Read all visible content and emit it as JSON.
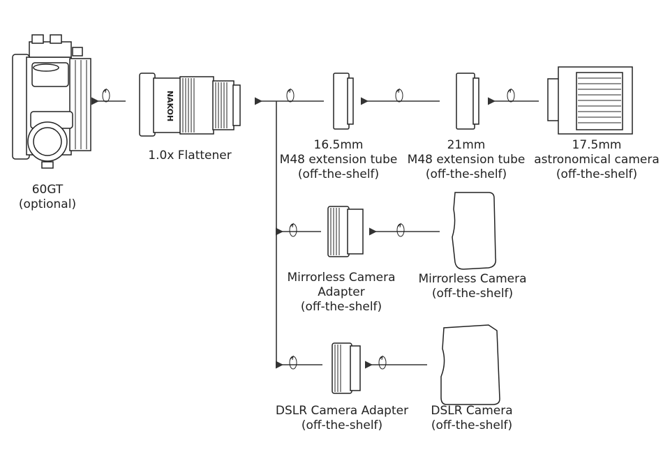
{
  "components": {
    "mount": {
      "name": "60GT",
      "note": "(optional)"
    },
    "flattener": {
      "name": "1.0x Flattener",
      "brand": "NAKOH"
    },
    "ext_tube_16": {
      "size": "16.5mm",
      "name": "M48 extension tube",
      "note": "(off-the-shelf)"
    },
    "ext_tube_21": {
      "size": "21mm",
      "name": "M48 extension tube",
      "note": "(off-the-shelf)"
    },
    "astro_camera": {
      "size": "17.5mm",
      "name": "astronomical camera",
      "note": "(off-the-shelf)"
    },
    "mirrorless_adapter": {
      "line1": "Mirrorless Camera",
      "line2": "Adapter",
      "note": "(off-the-shelf)"
    },
    "mirrorless_camera": {
      "name": "Mirrorless Camera",
      "note": "(off-the-shelf)"
    },
    "dslr_adapter": {
      "name": "DSLR Camera Adapter",
      "note": "(off-the-shelf)"
    },
    "dslr_camera": {
      "name": "DSLR Camera",
      "note": "(off-the-shelf)"
    }
  },
  "icons": [
    "arrow-left-icon",
    "rotate-icon"
  ],
  "colors": {
    "line": "#333333",
    "text": "#222222",
    "background": "#ffffff"
  }
}
